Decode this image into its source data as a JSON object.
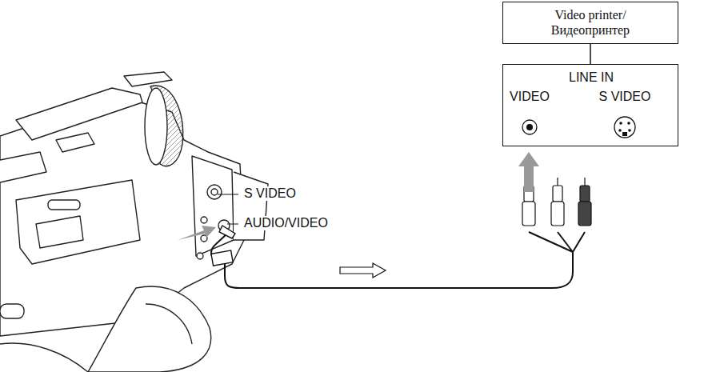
{
  "diagram": {
    "nodes": [
      {
        "text": [
          "Video printer/ Видеопринтер"
        ]
      },
      {
        "text": [
          "LINE IN",
          "VIDEO",
          "S VIDEO"
        ]
      }
    ],
    "edges": [
      {
        "from": 0,
        "to": 1,
        "arrow": "none"
      }
    ],
    "labels": [
      "S VIDEO",
      "AUDIO/VIDEO"
    ]
  }
}
